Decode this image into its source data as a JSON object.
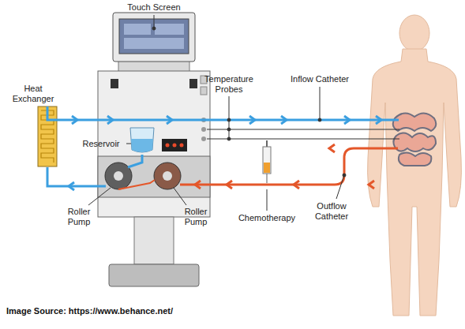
{
  "diagram": {
    "caption": "Image Source: https://www.behance.net/",
    "labels": [
      "Touch Screen",
      "Heat Exchanger",
      "Temperature Probes",
      "Inflow Catheter",
      "Reservoir",
      "Roller Pump",
      "Roller Pump",
      "Chemotherapy",
      "Outflow Catheter"
    ]
  }
}
